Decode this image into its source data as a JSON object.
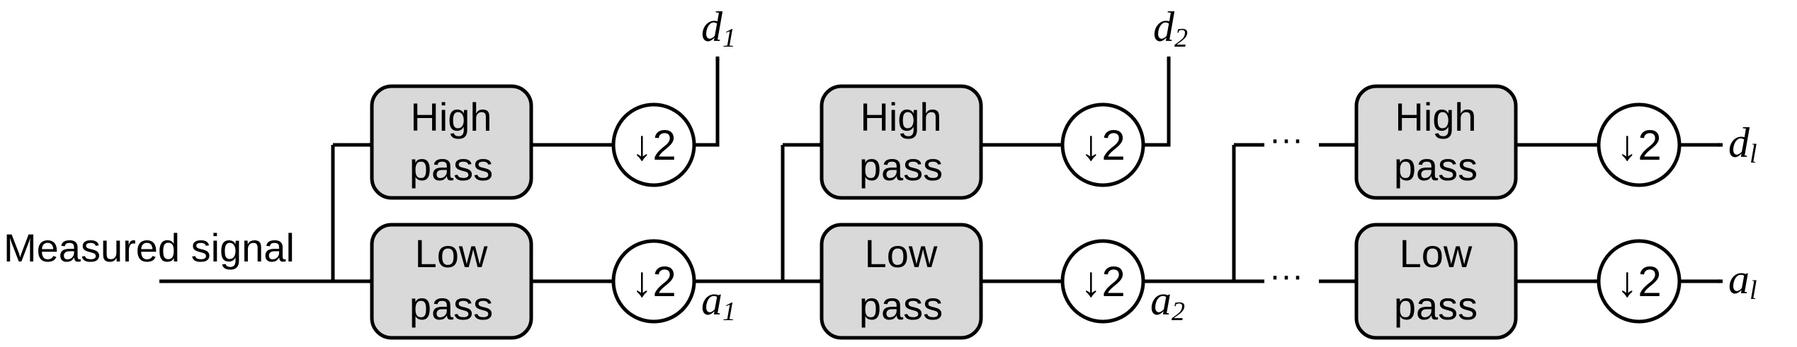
{
  "input_label": "Measured signal",
  "filters": {
    "high": [
      "High",
      "pass"
    ],
    "low": [
      "Low",
      "pass"
    ]
  },
  "downsample_label": "↓2",
  "stages": [
    {
      "detail": {
        "var": "d",
        "sub": "1"
      },
      "approx": {
        "var": "a",
        "sub": "1"
      }
    },
    {
      "detail": {
        "var": "d",
        "sub": "2"
      },
      "approx": {
        "var": "a",
        "sub": "2"
      }
    },
    {
      "detail": {
        "var": "d",
        "sub": "l"
      },
      "approx": {
        "var": "a",
        "sub": "l"
      }
    }
  ],
  "ellipsis": "···"
}
